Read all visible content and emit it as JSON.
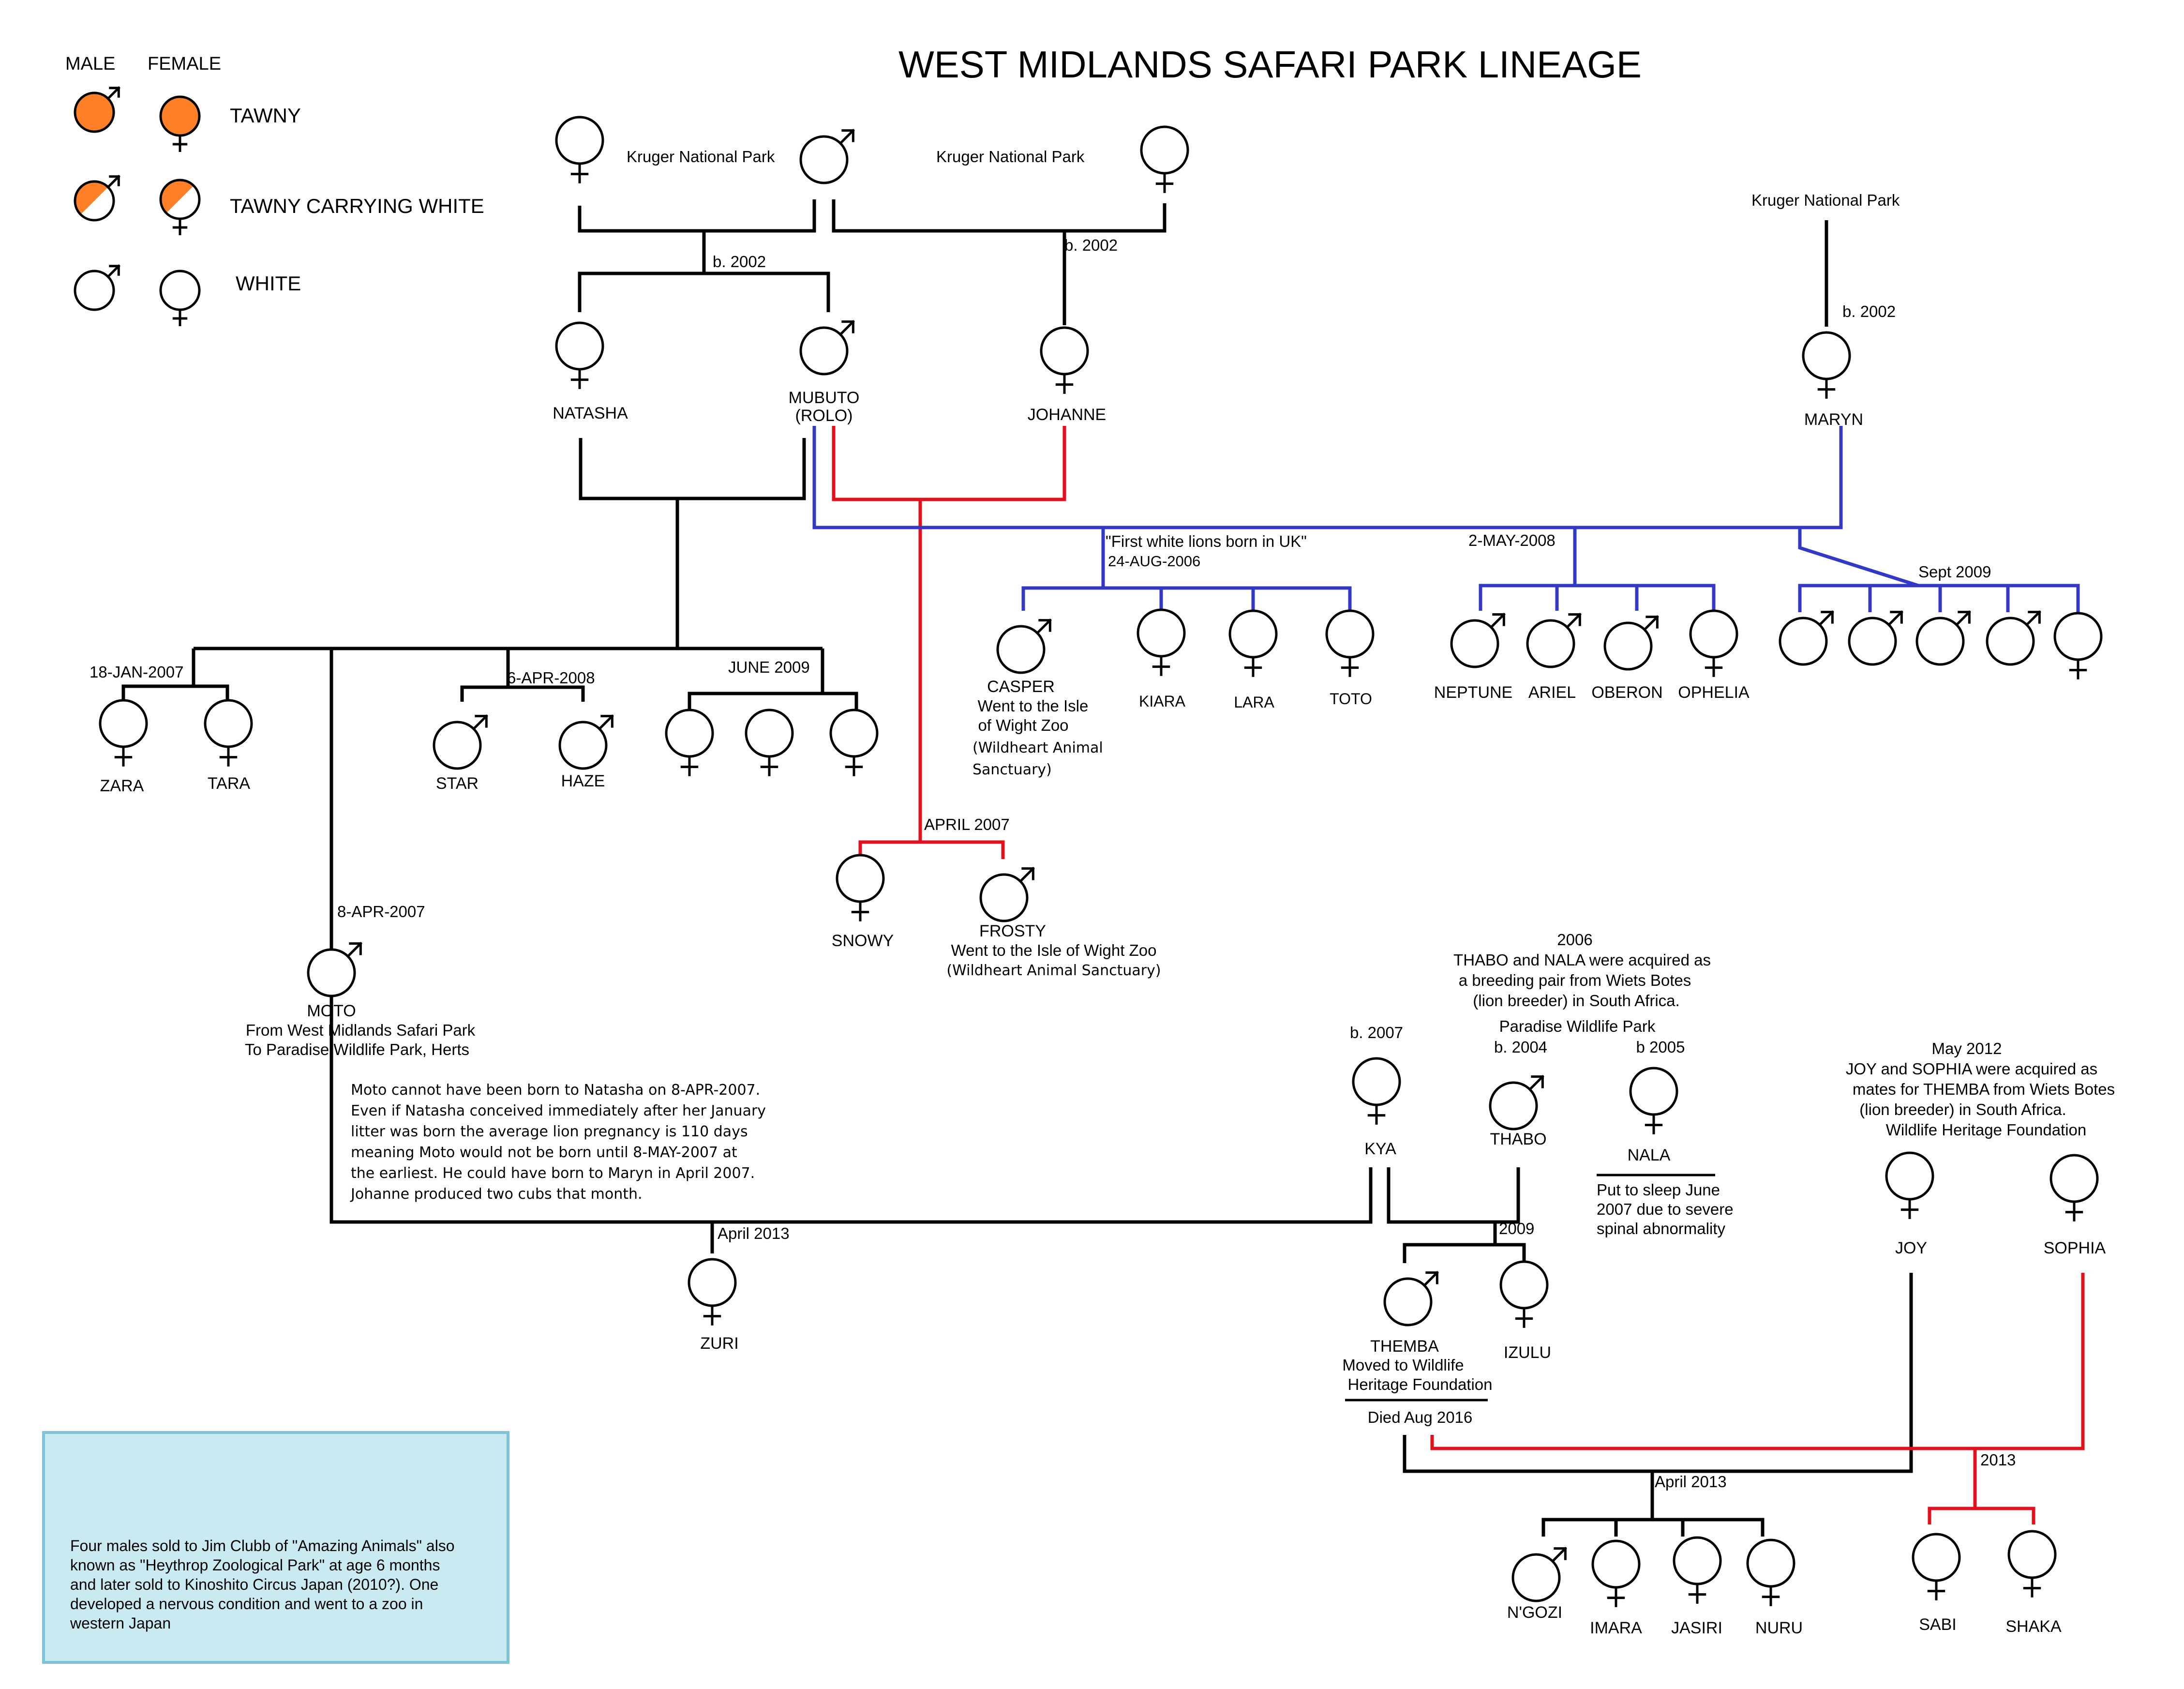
{
  "title": "WEST MIDLANDS SAFARI PARK LINEAGE",
  "colors": {
    "tawny": "#FF8027",
    "line_black": "#000000",
    "line_red": "#E3101E",
    "line_blue": "#3339C4",
    "note_bg": "#C9EAF0",
    "note_border": "#7CC5D6"
  },
  "legend": {
    "male_header": "MALE",
    "female_header": "FEMALE",
    "tawny": "TAWNY",
    "tawny_carrying_white": "TAWNY  CARRYING WHITE",
    "white": "WHITE"
  },
  "labels": {
    "kruger_1": "Kruger National Park",
    "kruger_2": "Kruger National Park",
    "kruger_3": "Kruger National Park",
    "b2002_a": "b. 2002",
    "b2002_b": "b. 2002",
    "b2002_c": "b. 2002",
    "natasha": "NATASHA",
    "mubuto_1": "MUBUTO",
    "mubuto_2": "(ROLO)",
    "johanne": "JOHANNE",
    "maryn": "MARYN",
    "first_white": "\"First white lions born in UK\"",
    "aug2006": "24-AUG-2006",
    "may2008": "2-MAY-2008",
    "sept2009": "Sept 2009",
    "casper": "CASPER",
    "casper_n1": "Went to the Isle",
    "casper_n2": "of Wight Zoo",
    "casper_n3": "(Wildheart Animal",
    "casper_n4": "Sanctuary)",
    "kiara": "KIARA",
    "lara": "LARA",
    "toto": "TOTO",
    "neptune": "NEPTUNE",
    "ariel": "ARIEL",
    "oberon": "OBERON",
    "ophelia": "OPHELIA",
    "jan2007": "18-JAN-2007",
    "apr2008": "6-APR-2008",
    "june2009": "JUNE 2009",
    "zara": "ZARA",
    "tara": "TARA",
    "star": "STAR",
    "haze": "HAZE",
    "apr2007": "APRIL 2007",
    "snowy": "SNOWY",
    "frosty": "FROSTY",
    "frosty_n1": "Went to the Isle of Wight Zoo",
    "frosty_n2": "(Wildheart Animal Sanctuary)",
    "apr8_2007": "8-APR-2007",
    "moto": "MOTO",
    "moto_n1": "From West Midlands Safari Park",
    "moto_n2": "To Paradise Wildlife Park, Herts",
    "moto_note": [
      "Moto cannot have been born to Natasha on 8-APR-2007.",
      "Even if Natasha conceived immediately after her January",
      "litter was born the average lion pregnancy is 110 days",
      "meaning Moto would not be born until 8-MAY-2007 at",
      "the earliest. He could have born to Maryn in April 2007.",
      "Johanne produced two cubs that month."
    ],
    "apr2013_a": "April 2013",
    "zuri": "ZURI",
    "y2006": "2006",
    "thabo_note_1": "THABO and NALA were acquired as",
    "thabo_note_2": "a breeding pair from Wiets Botes",
    "thabo_note_3": "(lion breeder) in South Africa.",
    "paradise": "Paradise Wildlife Park",
    "b2004": "b. 2004",
    "b2005": "b 2005",
    "b2007": "b. 2007",
    "kya": "KYA",
    "thabo": "THABO",
    "nala": "NALA",
    "nala_n1": "Put to sleep June",
    "nala_n2": "2007 due to severe",
    "nala_n3": "spinal abnormality",
    "y2009": "2009",
    "themba": "THEMBA",
    "themba_n1": "Moved to Wildlife",
    "themba_n2": "Heritage Foundation",
    "themba_n3": "Died Aug 2016",
    "izulu": "IZULU",
    "may2012": "May 2012",
    "joy_note_1": "JOY and SOPHIA were acquired as",
    "joy_note_2": "mates for THEMBA from Wiets Botes",
    "joy_note_3": "(lion breeder) in South Africa.",
    "joy_note_4": "Wildlife Heritage Foundation",
    "joy": "JOY",
    "sophia": "SOPHIA",
    "apr2013_b": "April 2013",
    "y2013": "2013",
    "ngozi": "N'GOZI",
    "imara": "IMARA",
    "jasiri": "JASIRI",
    "nuru": "NURU",
    "sabi": "SABI",
    "shaka": "SHAKA",
    "box_note": [
      "Four males sold to Jim Clubb of \"Amazing Animals\" also",
      "known as \"Heythrop Zoological Park\" at age 6 months",
      "and later sold to Kinoshito Circus Japan (2010?). One",
      "developed a nervous condition and went to a zoo in",
      "western Japan"
    ]
  }
}
